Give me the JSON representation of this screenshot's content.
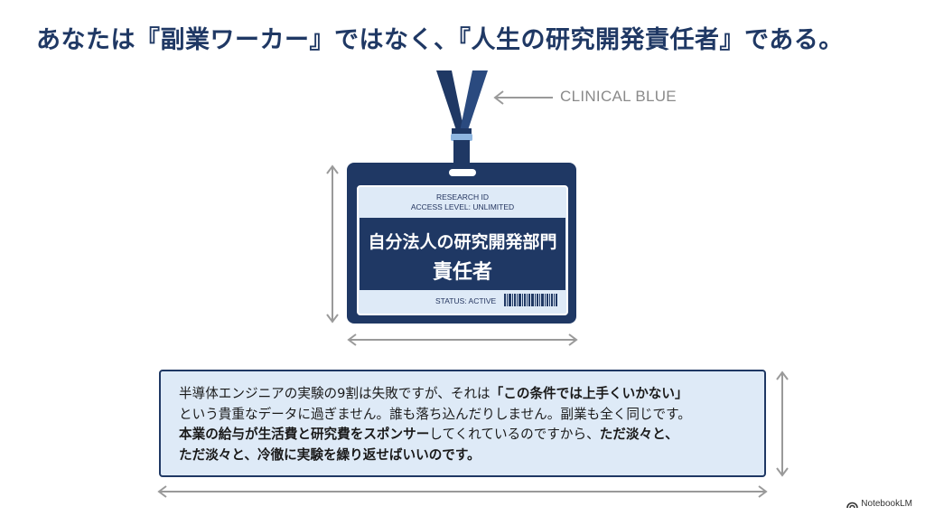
{
  "headline": "あなたは『副業ワーカー』ではなく、『人生の研究開発責任者』である。",
  "lanyard_label": "CLINICAL BLUE",
  "badge": {
    "top_line1": "RESEARCH ID",
    "top_line2": "ACCESS LEVEL: UNLIMITED",
    "title_line1": "自分法人の研究開発部門",
    "title_line2": "責任者",
    "status": "STATUS: ACTIVE"
  },
  "body_text": {
    "line1_a": "半導体エンジニアの実験の9割は失敗ですが、それは",
    "line1_b": "「この条件では上手くいかない」",
    "line2": "という貴重なデータに過ぎません。誰も落ち込んだりしません。副業も全く同じです。",
    "line3_a": "本業の給与が生活費と研究費をスポンサー",
    "line3_b": "してくれているのですから、",
    "line3_c": "ただ淡々と、",
    "line4": "ただ淡々と、冷徹に実験を繰り返せばいいのです。"
  },
  "footer": {
    "logo_icon": "notebooklm-logo-icon",
    "brand": "NotebookLM"
  },
  "colors": {
    "navy": "#1f3864",
    "light_blue": "#deeaf7",
    "gray": "#8a8a8a"
  }
}
